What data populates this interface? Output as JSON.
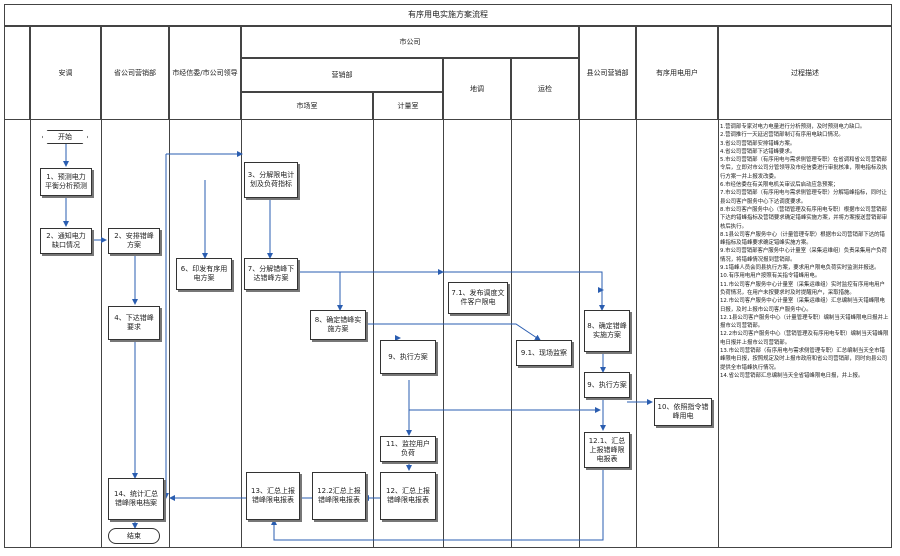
{
  "title": "有序用电实施方案流程",
  "headers": {
    "c1": "安调",
    "c2": "省公司营销部",
    "c3": "市经信委/市公司领导",
    "city": "市公司",
    "marketing": "营销部",
    "market_room": "市场室",
    "metering_room": "计量室",
    "diaodu": "地调",
    "yunjian": "运检",
    "county": "县公司营销部",
    "users": "有序用电用户",
    "desc": "过程描述"
  },
  "nodes": {
    "start": "开始",
    "end": "结束",
    "n1": "1、预测电力平衡分析预测",
    "n2": "2、通知电力缺口情况",
    "n2b": "2、安排错峰方案",
    "n3": "3、分解限电计划及负荷指标",
    "n4": "4、下达错峰要求",
    "n6": "6、印发有序用电方案",
    "n7": "7、分解错峰下达错峰方案",
    "n7_1": "7.1、发布调度文件客户限电",
    "n8": "8、确定错峰实施方案",
    "n8b": "8、确定错峰实施方案",
    "n9": "9、执行方案",
    "n9_1": "9.1、现场监察",
    "n9b": "9、执行方案",
    "n10": "10、依照指令错峰用电",
    "n11": "11、监控用户负荷",
    "n12": "12、汇总上报错峰限电报表",
    "n12_1": "12.1、汇总上报错峰限电报表",
    "n12_2": "12.2汇总上报错峰限电报表",
    "n13": "13、汇总上报错峰限电报表",
    "n14": "14、统计汇总错峰限电档案"
  },
  "description": [
    "1.营调部专家对电力电量进行分析预测，及时预测电力缺口。",
    "2.营调推行一天延迟营销部制订有序用电缺口情况。",
    "3.省公司营销部安排错峰方案。",
    "4.省公司营销部下达错峰要求。",
    "5.市公司营销部（有序用电与需求侧管理专职）在省调和省公司营销部令后，立即对市公司分管领导及市经信委进行审批核准，限电指标及执行方案一并上报发改委。",
    "6.市经信委在有关限电机关审议后启动应急预案；",
    "7.市公司营销部（有序用电与需求侧管理专职）分解错峰指标，同时让县公司客户服务中心下达调度要求。",
    "8.市公司客户服务中心（营销管理及有序用电专职）根据市公司营销部下达的错峰指标及营销要求确定错峰实施方案，并将方案报送营销部审核后执行。",
    "8.1县公司客户服务中心（计量管理专职）根据市公司营销部下达的错峰指标及错峰要求确定错峰实施方案。",
    "9.市公司营销部客户服务中心计量室（采集运维组）负责采集用户负荷情况，将错峰情况报到营销部。",
    "9.1错峰人员会同县执行方案，要求用户限电负荷实时监测并报送。",
    "10.有序用电用户按照有关指令错峰用电。",
    "11.市公司客户服务中心计量室（采集运维组）实时监控有序用电用户负荷情况，在用户未按要求时及时提醒用户，采取措施。",
    "12.市公司客户服务中心计量室（采集运维组）汇总编制当天错峰限电日报，及时上报市公司客户服务中心。",
    "12.1县公司客户服务中心（计量管理专职）编制当天错峰限电日报并上报市公司营销部。",
    "12.2市公司客户服务中心（营销管理及有序用电专职）编制当天错峰限电日报并上报市公司营销部。",
    "13.市公司营销部（有序用电与需求侧管理专职）汇总编制当天全市错峰限电日报，按照规定及时上报市政府和省公司营销部，同时向县公司提供全市错峰执行情况。",
    "14.省公司营销部汇总编制当天全省错峰限电日报，并上报。"
  ]
}
